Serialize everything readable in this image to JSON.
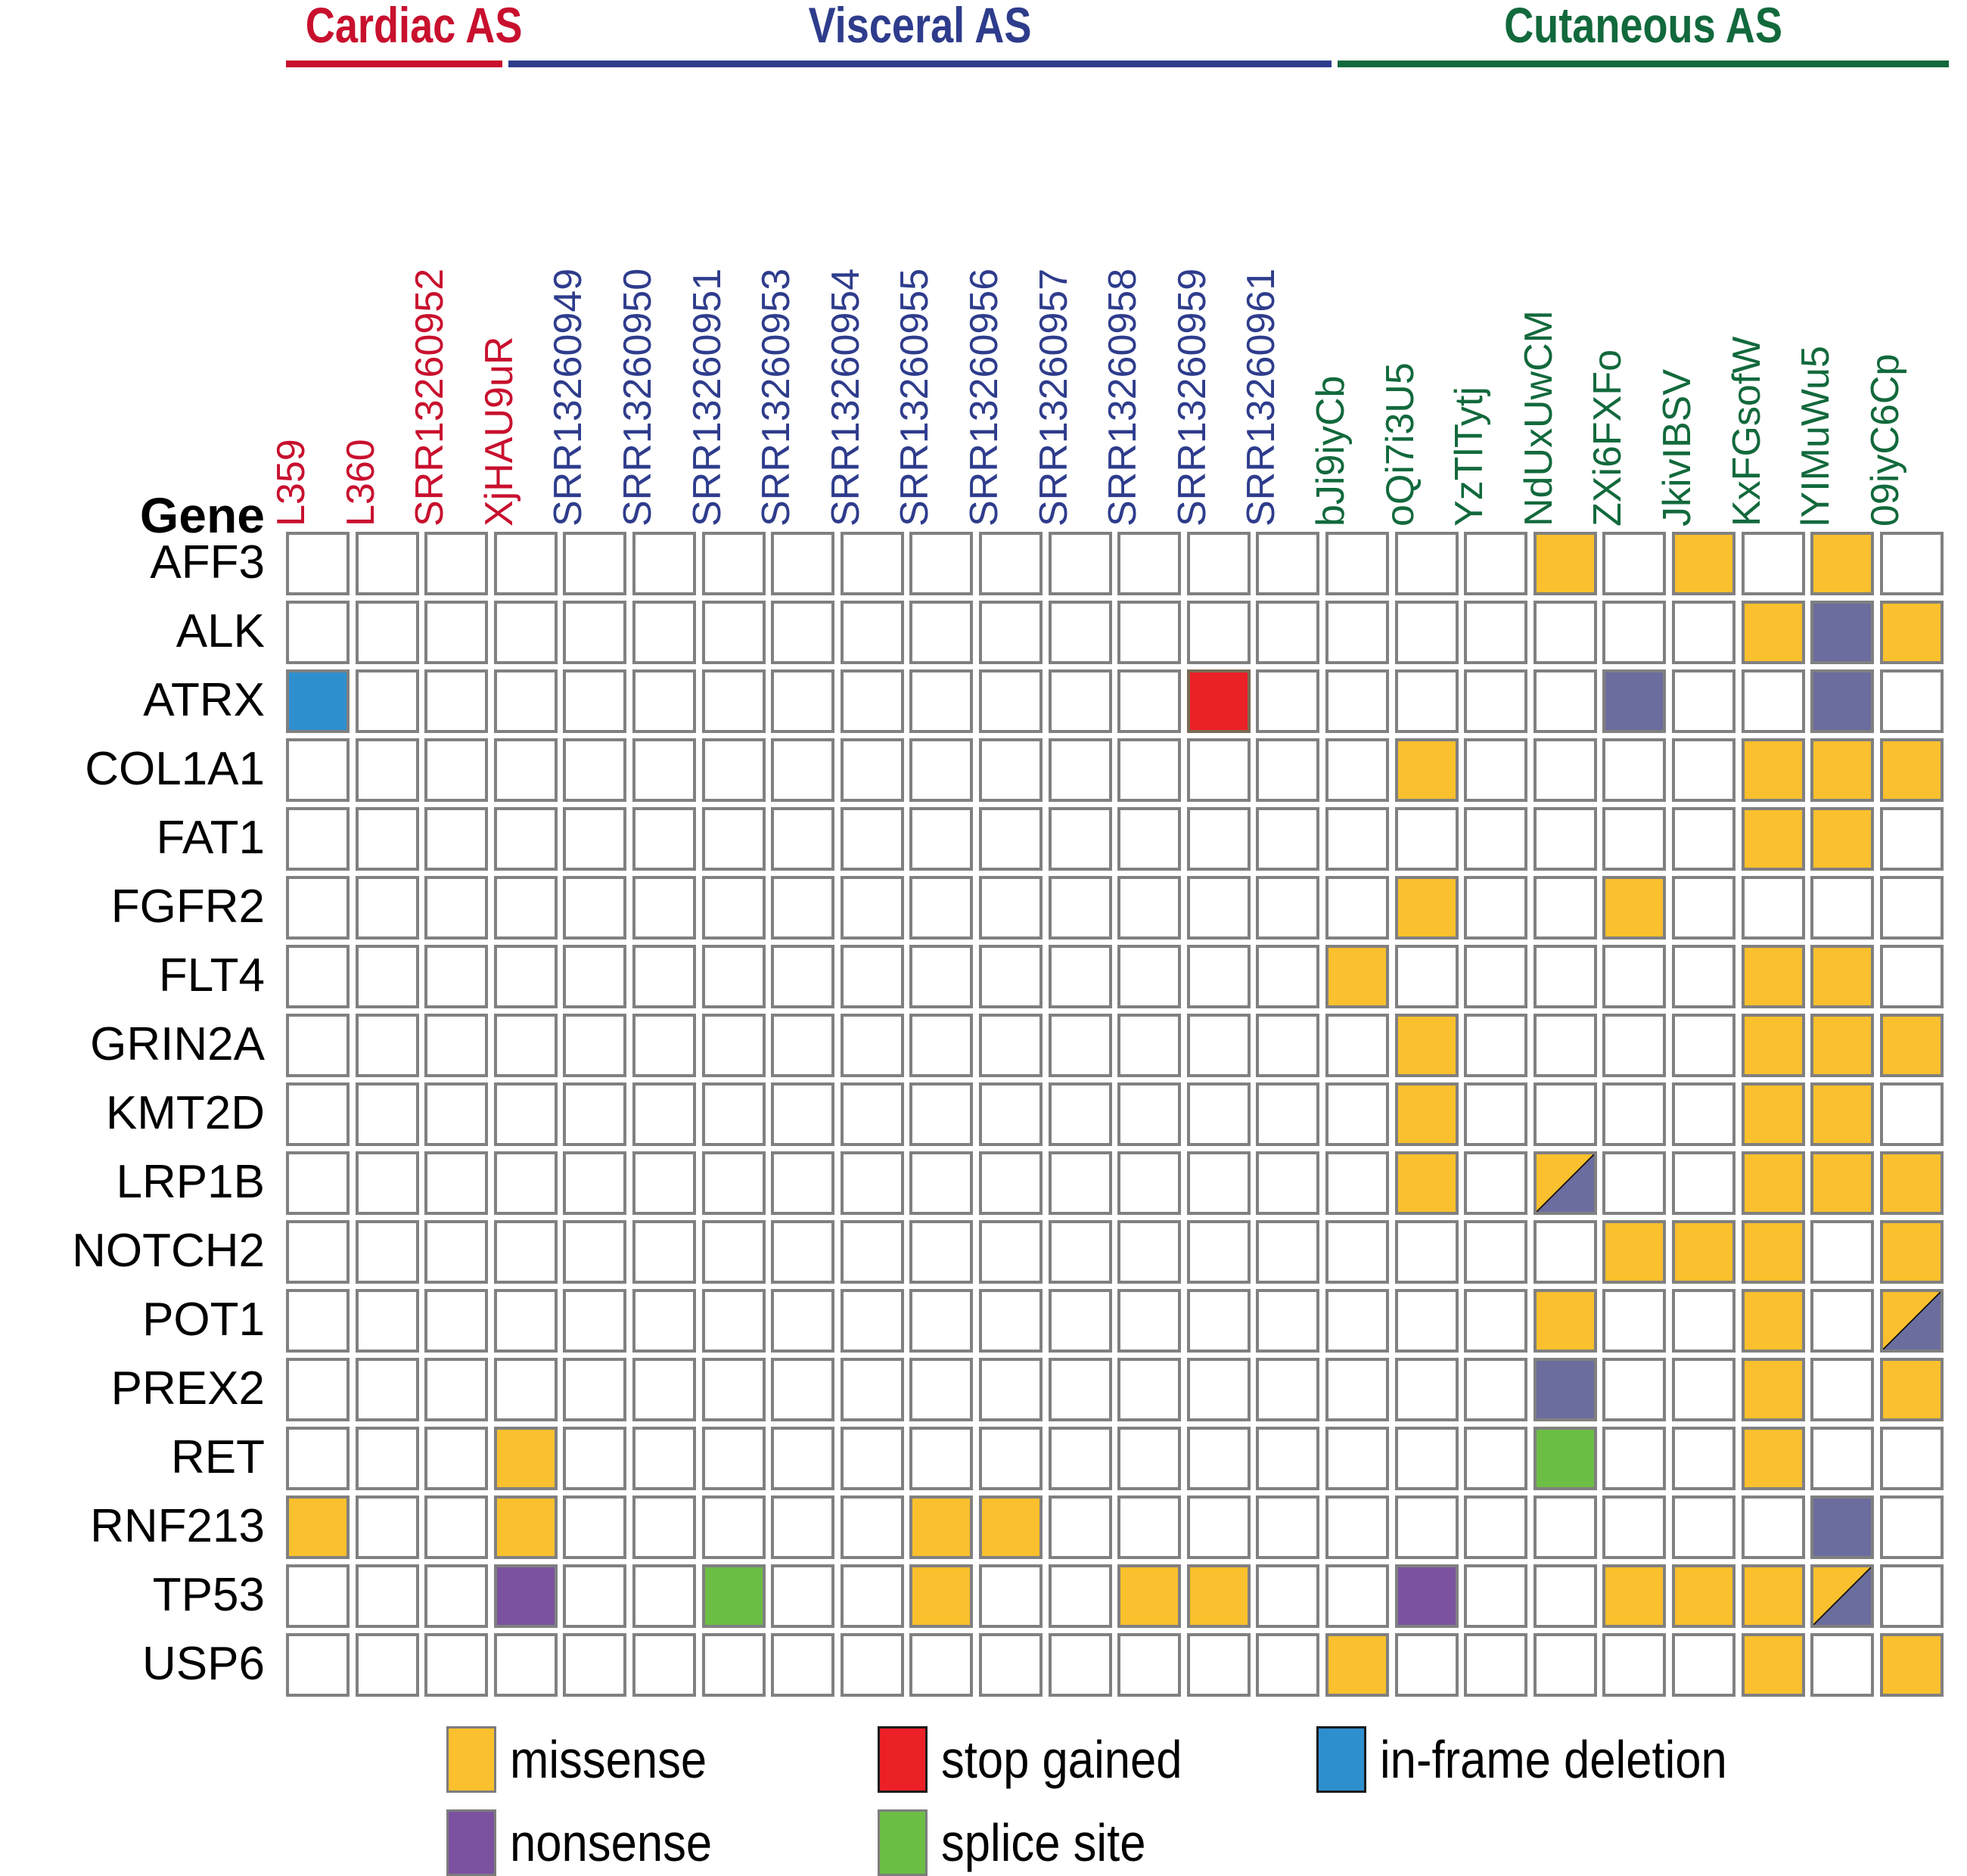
{
  "figure": {
    "gene_column_header": "Gene",
    "groups": [
      {
        "name": "Cardiac AS",
        "color": "#C8102E",
        "label_color": "#C8102E"
      },
      {
        "name": "Visceral AS",
        "color": "#2E3C8C",
        "label_color": "#2E3C8C"
      },
      {
        "name": "Cutaneous AS",
        "color": "#12693C",
        "label_color": "#12693C"
      }
    ],
    "samples": [
      {
        "id": "L359",
        "group": "Cardiac AS"
      },
      {
        "id": "L360",
        "group": "Cardiac AS"
      },
      {
        "id": "SRR13260952",
        "group": "Cardiac AS"
      },
      {
        "id": "XjHAU9uR",
        "group": "Cardiac AS"
      },
      {
        "id": "SRR13260949",
        "group": "Visceral AS"
      },
      {
        "id": "SRR13260950",
        "group": "Visceral AS"
      },
      {
        "id": "SRR13260951",
        "group": "Visceral AS"
      },
      {
        "id": "SRR13260953",
        "group": "Visceral AS"
      },
      {
        "id": "SRR13260954",
        "group": "Visceral AS"
      },
      {
        "id": "SRR13260955",
        "group": "Visceral AS"
      },
      {
        "id": "SRR13260956",
        "group": "Visceral AS"
      },
      {
        "id": "SRR13260957",
        "group": "Visceral AS"
      },
      {
        "id": "SRR13260958",
        "group": "Visceral AS"
      },
      {
        "id": "SRR13260959",
        "group": "Visceral AS"
      },
      {
        "id": "SRR13260961",
        "group": "Visceral AS"
      },
      {
        "id": "bJi9iyCb",
        "group": "Cutaneous AS"
      },
      {
        "id": "oQi7i3U5",
        "group": "Cutaneous AS"
      },
      {
        "id": "YzTlTytj",
        "group": "Cutaneous AS"
      },
      {
        "id": "NdUxUwCM",
        "group": "Cutaneous AS"
      },
      {
        "id": "ZXi6FXFo",
        "group": "Cutaneous AS"
      },
      {
        "id": "JkivIBSV",
        "group": "Cutaneous AS"
      },
      {
        "id": "KxFGsofW",
        "group": "Cutaneous AS"
      },
      {
        "id": "lYIMuWu5",
        "group": "Cutaneous AS"
      },
      {
        "id": "09iyC6Cp",
        "group": "Cutaneous AS"
      }
    ],
    "genes": [
      "AFF3",
      "ALK",
      "ATRX",
      "COL1A1",
      "FAT1",
      "FGFR2",
      "FLT4",
      "GRIN2A",
      "KMT2D",
      "LRP1B",
      "NOTCH2",
      "POT1",
      "PREX2",
      "RET",
      "RNF213",
      "TP53",
      "USP6"
    ],
    "mutation_colors": {
      "missense": "#FBC02D",
      "stop_gained": "#EC2027",
      "in_frame_deletion": "#2E8FCE",
      "nonsense": "#6B6D9E",
      "nonsense_legend": "#7B52A0",
      "splice_site": "#6CBE45",
      "empty": "#FFFFFF",
      "cell_border": "#808080"
    },
    "legend": [
      {
        "label": "missense",
        "key": "missense",
        "color": "#FBC02D"
      },
      {
        "label": "stop gained",
        "key": "stop_gained",
        "color": "#EC2027"
      },
      {
        "label": "in-frame deletion",
        "key": "in_frame_deletion",
        "color": "#2E8FCE"
      },
      {
        "label": "nonsense",
        "key": "nonsense",
        "color": "#7B52A0"
      },
      {
        "label": "splice site",
        "key": "splice_site",
        "color": "#6CBE45"
      }
    ]
  },
  "chart_data": {
    "type": "heatmap",
    "title": "",
    "xlabel": "",
    "ylabel": "Gene",
    "grid": true,
    "legend_position": "bottom",
    "x_categories": [
      "L359",
      "L360",
      "SRR13260952",
      "XjHAU9uR",
      "SRR13260949",
      "SRR13260950",
      "SRR13260951",
      "SRR13260953",
      "SRR13260954",
      "SRR13260955",
      "SRR13260956",
      "SRR13260957",
      "SRR13260958",
      "SRR13260959",
      "SRR13260961",
      "bJi9iyCb",
      "oQi7i3U5",
      "YzTlTytj",
      "NdUxUwCM",
      "ZXi6FXFo",
      "JkivIBSV",
      "KxFGsofW",
      "lYIMuWu5",
      "09iyC6Cp"
    ],
    "y_categories": [
      "AFF3",
      "ALK",
      "ATRX",
      "COL1A1",
      "FAT1",
      "FGFR2",
      "FLT4",
      "GRIN2A",
      "KMT2D",
      "LRP1B",
      "NOTCH2",
      "POT1",
      "PREX2",
      "RET",
      "RNF213",
      "TP53",
      "USP6"
    ],
    "value_levels": [
      "none",
      "missense",
      "stop_gained",
      "in_frame_deletion",
      "nonsense",
      "splice_site",
      "missense+nonsense"
    ],
    "matrix": [
      [
        "none",
        "none",
        "none",
        "none",
        "none",
        "none",
        "none",
        "none",
        "none",
        "none",
        "none",
        "none",
        "none",
        "none",
        "none",
        "none",
        "none",
        "none",
        "missense",
        "none",
        "missense",
        "none",
        "missense",
        "none"
      ],
      [
        "none",
        "none",
        "none",
        "none",
        "none",
        "none",
        "none",
        "none",
        "none",
        "none",
        "none",
        "none",
        "none",
        "none",
        "none",
        "none",
        "none",
        "none",
        "none",
        "none",
        "none",
        "missense",
        "nonsense",
        "missense"
      ],
      [
        "in_frame_deletion",
        "none",
        "none",
        "none",
        "none",
        "none",
        "none",
        "none",
        "none",
        "none",
        "none",
        "none",
        "none",
        "stop_gained",
        "none",
        "none",
        "none",
        "none",
        "none",
        "nonsense",
        "none",
        "none",
        "nonsense",
        "none"
      ],
      [
        "none",
        "none",
        "none",
        "none",
        "none",
        "none",
        "none",
        "none",
        "none",
        "none",
        "none",
        "none",
        "none",
        "none",
        "none",
        "none",
        "missense",
        "none",
        "none",
        "none",
        "none",
        "missense",
        "missense",
        "missense"
      ],
      [
        "none",
        "none",
        "none",
        "none",
        "none",
        "none",
        "none",
        "none",
        "none",
        "none",
        "none",
        "none",
        "none",
        "none",
        "none",
        "none",
        "none",
        "none",
        "none",
        "none",
        "none",
        "missense",
        "missense",
        "none"
      ],
      [
        "none",
        "none",
        "none",
        "none",
        "none",
        "none",
        "none",
        "none",
        "none",
        "none",
        "none",
        "none",
        "none",
        "none",
        "none",
        "none",
        "missense",
        "none",
        "none",
        "missense",
        "none",
        "none",
        "none",
        "none"
      ],
      [
        "none",
        "none",
        "none",
        "none",
        "none",
        "none",
        "none",
        "none",
        "none",
        "none",
        "none",
        "none",
        "none",
        "none",
        "none",
        "missense",
        "none",
        "none",
        "none",
        "none",
        "none",
        "missense",
        "missense",
        "none"
      ],
      [
        "none",
        "none",
        "none",
        "none",
        "none",
        "none",
        "none",
        "none",
        "none",
        "none",
        "none",
        "none",
        "none",
        "none",
        "none",
        "none",
        "missense",
        "none",
        "none",
        "none",
        "none",
        "missense",
        "missense",
        "missense"
      ],
      [
        "none",
        "none",
        "none",
        "none",
        "none",
        "none",
        "none",
        "none",
        "none",
        "none",
        "none",
        "none",
        "none",
        "none",
        "none",
        "none",
        "missense",
        "none",
        "none",
        "none",
        "none",
        "missense",
        "missense",
        "none"
      ],
      [
        "none",
        "none",
        "none",
        "none",
        "none",
        "none",
        "none",
        "none",
        "none",
        "none",
        "none",
        "none",
        "none",
        "none",
        "none",
        "none",
        "missense",
        "none",
        "missense+nonsense",
        "none",
        "none",
        "missense",
        "missense",
        "missense"
      ],
      [
        "none",
        "none",
        "none",
        "none",
        "none",
        "none",
        "none",
        "none",
        "none",
        "none",
        "none",
        "none",
        "none",
        "none",
        "none",
        "none",
        "none",
        "none",
        "none",
        "missense",
        "missense",
        "missense",
        "none",
        "missense"
      ],
      [
        "none",
        "none",
        "none",
        "none",
        "none",
        "none",
        "none",
        "none",
        "none",
        "none",
        "none",
        "none",
        "none",
        "none",
        "none",
        "none",
        "none",
        "none",
        "missense",
        "none",
        "none",
        "missense",
        "none",
        "missense+nonsense"
      ],
      [
        "none",
        "none",
        "none",
        "none",
        "none",
        "none",
        "none",
        "none",
        "none",
        "none",
        "none",
        "none",
        "none",
        "none",
        "none",
        "none",
        "none",
        "none",
        "nonsense",
        "none",
        "none",
        "missense",
        "none",
        "missense"
      ],
      [
        "none",
        "none",
        "none",
        "missense",
        "none",
        "none",
        "none",
        "none",
        "none",
        "none",
        "none",
        "none",
        "none",
        "none",
        "none",
        "none",
        "none",
        "none",
        "splice_site",
        "none",
        "none",
        "missense",
        "none",
        "none"
      ],
      [
        "missense",
        "none",
        "none",
        "missense",
        "none",
        "none",
        "none",
        "none",
        "none",
        "missense",
        "missense",
        "none",
        "none",
        "none",
        "none",
        "none",
        "none",
        "none",
        "none",
        "none",
        "none",
        "none",
        "nonsense",
        "none"
      ],
      [
        "none",
        "none",
        "none",
        "nonsense",
        "none",
        "none",
        "splice_site",
        "none",
        "none",
        "missense",
        "none",
        "none",
        "missense",
        "missense",
        "none",
        "none",
        "nonsense",
        "none",
        "none",
        "missense",
        "missense",
        "missense",
        "missense+nonsense",
        "none"
      ],
      [
        "none",
        "none",
        "none",
        "none",
        "none",
        "none",
        "none",
        "none",
        "none",
        "none",
        "none",
        "none",
        "none",
        "none",
        "none",
        "missense",
        "none",
        "none",
        "none",
        "none",
        "none",
        "missense",
        "none",
        "missense"
      ]
    ]
  }
}
